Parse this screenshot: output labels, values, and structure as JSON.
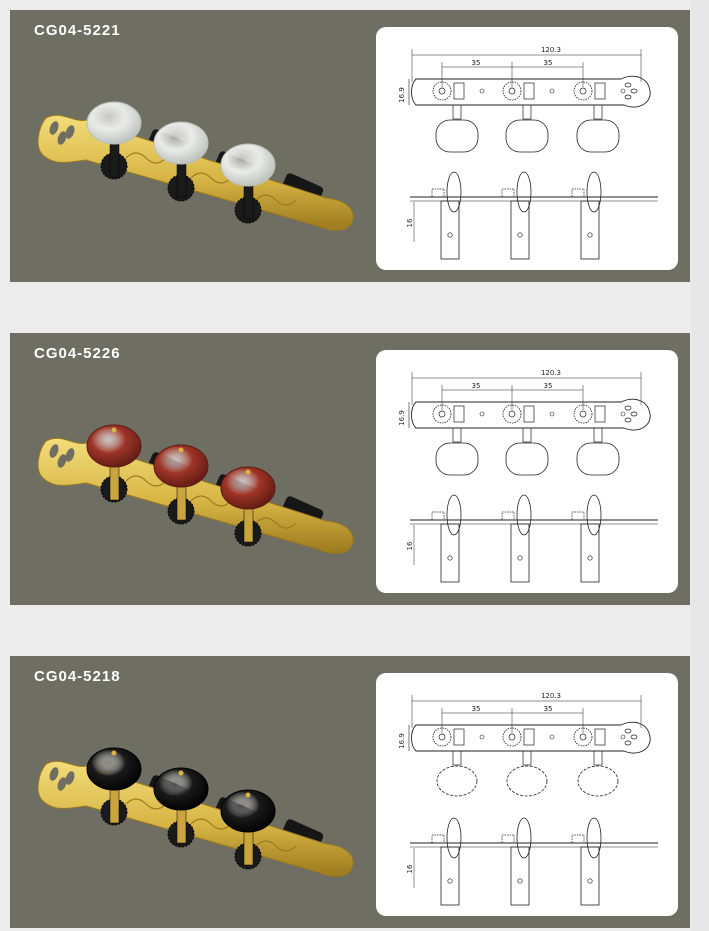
{
  "products": [
    {
      "model": "CG04-5221",
      "button_style": "pearl",
      "button_color": "#e9ebe8",
      "button_shade": "#b8beb8",
      "shaft_color": "#1b1b1b"
    },
    {
      "model": "CG04-5226",
      "button_style": "wood",
      "button_color": "#9e3427",
      "button_shade": "#5e1a12",
      "shaft_color": "#caa43e"
    },
    {
      "model": "CG04-5218",
      "button_style": "ebony",
      "button_color": "#1a1a1a",
      "button_shade": "#000000",
      "shaft_color": "#caa43e"
    }
  ],
  "dimensions": {
    "overall": "120.3",
    "spacing": "35",
    "height": "16.9",
    "post": "16"
  },
  "colors": {
    "panel": "#6f6e63",
    "gold": "#d7b545",
    "gold_dark": "#9c7a1e",
    "background": "#ececec"
  }
}
